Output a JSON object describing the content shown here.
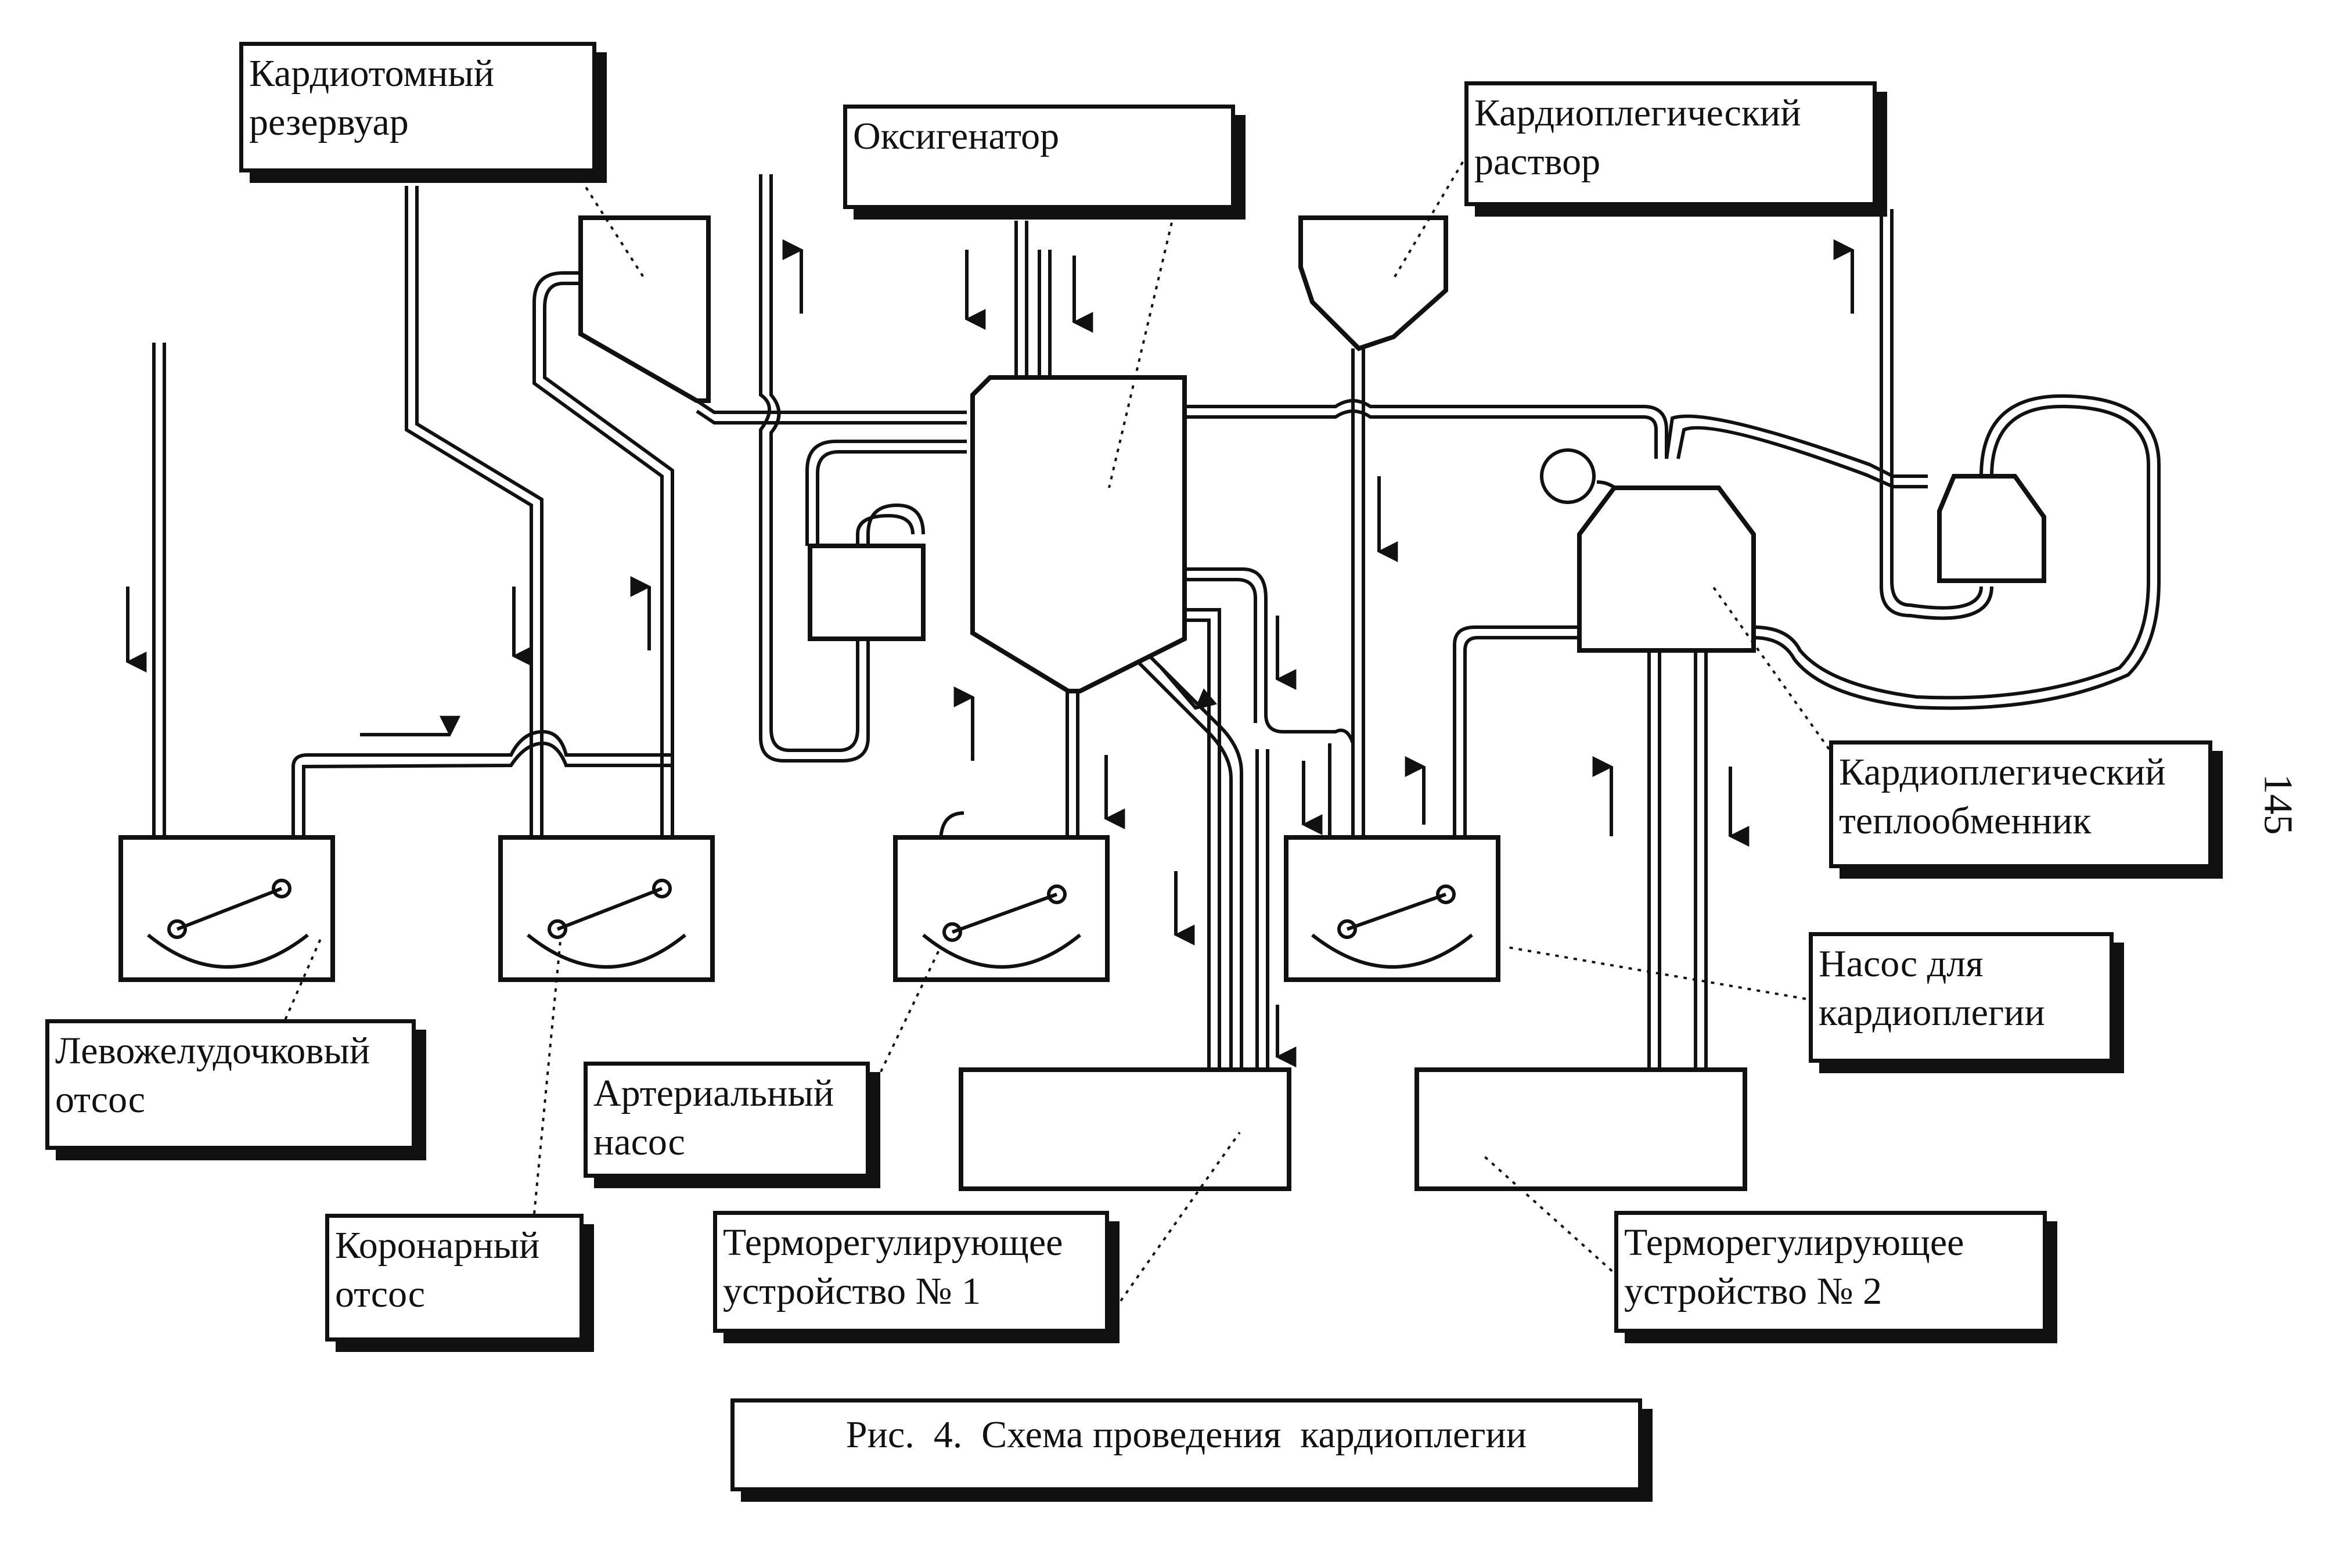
{
  "figure": {
    "caption": "Рис.  4.  Схема проведения  кардиоплегии",
    "page_number": "145",
    "labels": {
      "cardiotomy_reservoir": "Кардиотомный\nрезервуар",
      "oxygenator": "Оксигенатор",
      "cardioplegic_solution": "Кардиоплегический\nраствор",
      "lv_vent": "Левожелудочковый\nотсос",
      "coronary_suction": "Коронарный\nотсос",
      "arterial_pump": "Артериальный\nнасос",
      "thermo_device_1": "Терморегулирующее\nустройство №  1",
      "thermo_device_2": "Терморегулирующее\nустройство №  2",
      "cardioplegia_pump": "Насос для\nкардиоплегии",
      "cardioplegic_heat_exchanger": "Кардиоплегический\nтеплообменник"
    }
  },
  "colors": {
    "ink": "#111111",
    "paper": "#ffffff"
  }
}
